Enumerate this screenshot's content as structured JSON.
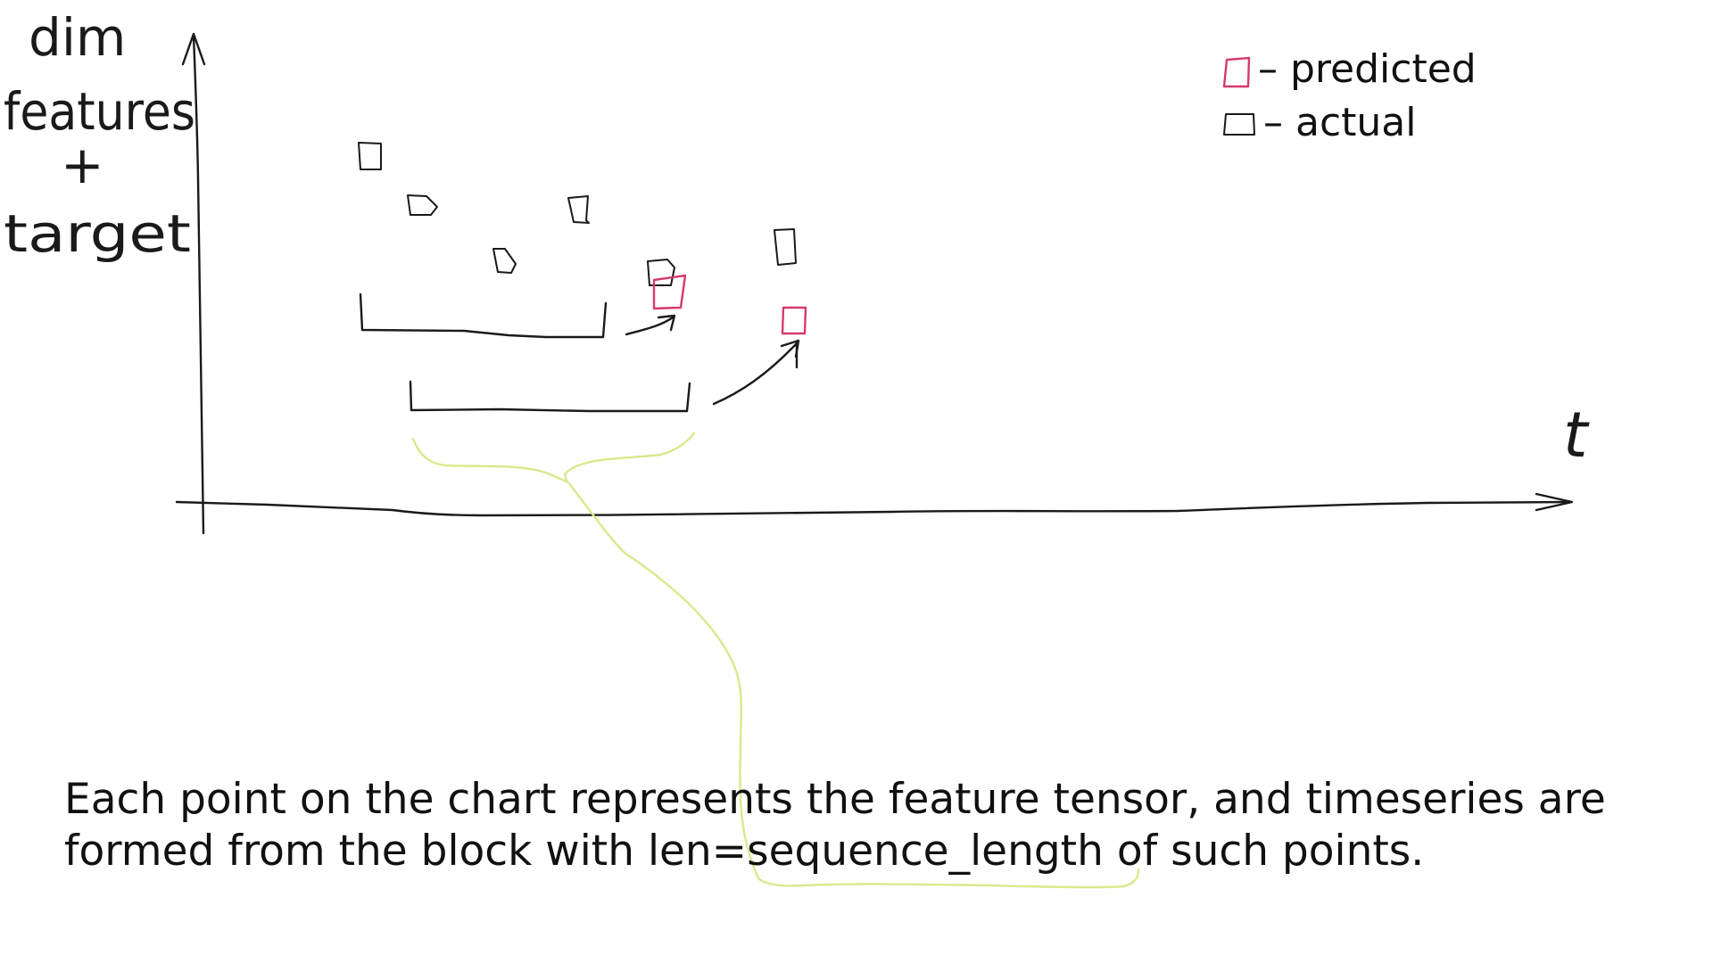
{
  "axes": {
    "y_label_lines": [
      "dim",
      "features",
      "+",
      "target"
    ],
    "x_label": "t"
  },
  "legend": {
    "predicted_label": "– predicted",
    "actual_label": "– actual",
    "predicted_color": "#d63a6a",
    "actual_color": "#1a1a1a"
  },
  "caption": {
    "line1": "Each point on the chart represents the feature tensor, and timeseries are",
    "line2": "formed from the block with len=sequence_length of such points."
  },
  "colors": {
    "brace": "#dbe88c",
    "ink": "#1a1a1a"
  }
}
